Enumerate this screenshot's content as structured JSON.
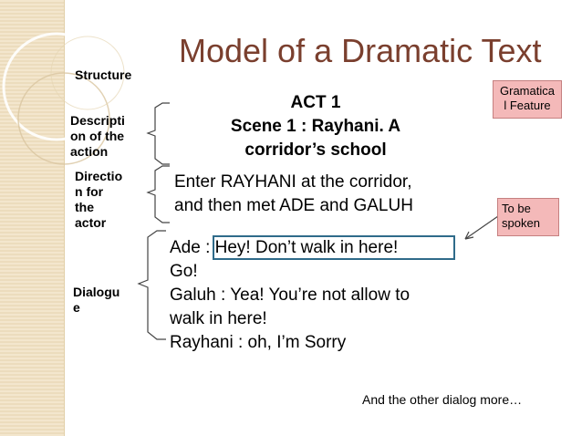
{
  "slide": {
    "title": "Model of a Dramatic Text",
    "structure_label": "Structure",
    "labels": {
      "description": "Descripti\non of the\naction",
      "direction": "Directio\nn for\nthe\nactor",
      "dialogue": "Dialogu\ne"
    },
    "act": {
      "line1": "ACT 1",
      "line2": "Scene 1 : Rayhani.  A",
      "line3": "corridor’s school"
    },
    "direction_text": {
      "line1": "Enter RAYHANI at the corridor,",
      "line2": "and then met ADE and GALUH"
    },
    "dialogue_lines": [
      "Ade : Hey! Don’t walk in here!",
      "Go!",
      "Galuh : Yea! You’re not allow to",
      "walk in here!",
      "Rayhani : oh, I’m Sorry"
    ],
    "grammatical_feature": "Gramatica\nl Feature",
    "to_be_spoken": "To be\nspoken",
    "footnote": "And the other dialog more…"
  },
  "colors": {
    "title": "#7a3f2e",
    "pink_box": "#f4b9b9",
    "highlight_border": "#2f6b8a",
    "sidebar": "#f0e2c6"
  }
}
